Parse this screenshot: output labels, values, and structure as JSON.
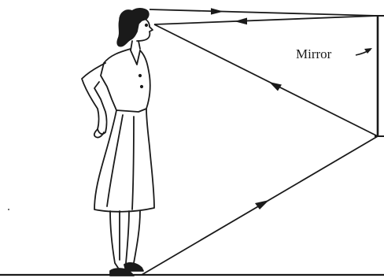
{
  "diagram": {
    "mirror_label": "Mirror",
    "figure": "woman-standing-before-mirror",
    "rays": [
      {
        "name": "ray-top-incident",
        "arrow": "right"
      },
      {
        "name": "ray-top-reflected",
        "arrow": "left"
      },
      {
        "name": "ray-feet-incident",
        "arrow": "up-right"
      },
      {
        "name": "ray-feet-reflected",
        "arrow": "up-left"
      }
    ],
    "colors": {
      "ink": "#1a1a1a",
      "background": "#ffffff"
    }
  }
}
